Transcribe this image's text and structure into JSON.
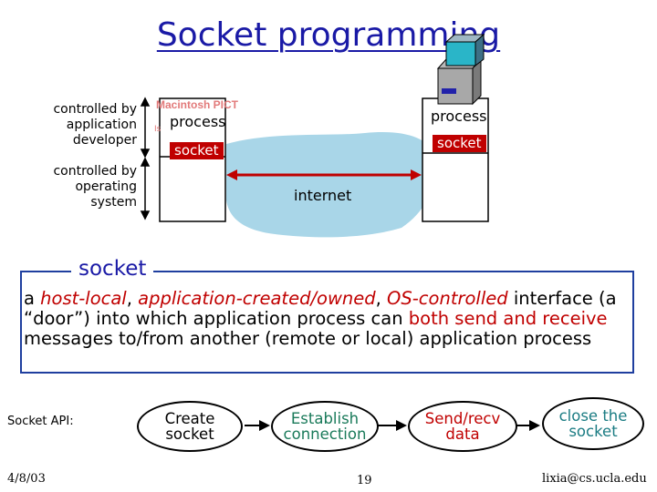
{
  "title": "Socket programming",
  "left_labels": {
    "application": "controlled by\napplication\ndeveloper",
    "os": "controlled by\noperating\nsystem"
  },
  "pict_label": "Macintosh PICT",
  "pict_fragment": "Is",
  "left_host": {
    "process": "process",
    "socket": "socket"
  },
  "right_host": {
    "process": "process",
    "socket": "socket"
  },
  "internet_label": "internet",
  "definition": {
    "heading": "socket",
    "text_prefix": "a ",
    "host_local": "host-local",
    "comma1": ", ",
    "app_created": "application-created/owned",
    "comma2": ", ",
    "os_controlled": "OS-controlled",
    "middle": " interface (a “door”) into which application process can ",
    "both": "both",
    "space": " ",
    "send_receive": "send and receive",
    "suffix": " messages to/from another (remote or local) application process"
  },
  "api": {
    "label": "Socket API:",
    "steps": [
      "Create socket",
      "Establish connection",
      "Send/recv data",
      "close the socket"
    ]
  },
  "footer": {
    "date": "4/8/03",
    "page": "19",
    "email": "lixia@cs.ucla.edu"
  },
  "colors": {
    "title": "#1a1aa6",
    "socket_bg": "#c00000",
    "cloud": "#a9d6e8",
    "link": "#c00000",
    "api_text_green": "#1a7a5a",
    "close_text": "#1b7c83"
  }
}
